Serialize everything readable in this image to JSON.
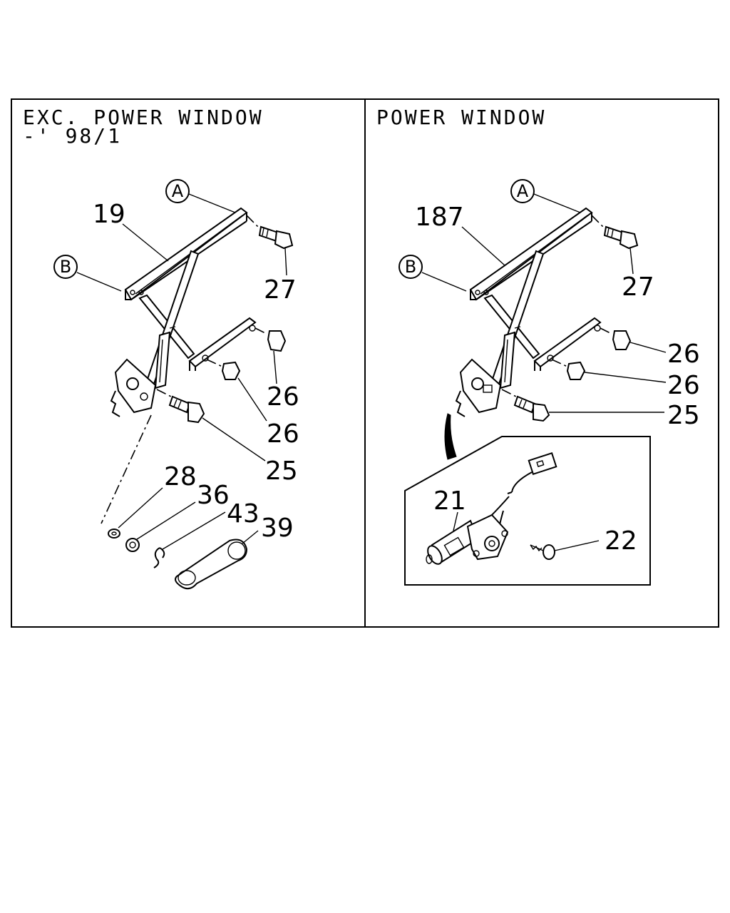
{
  "left_panel": {
    "title_line1": "EXC. POWER WINDOW",
    "title_line2": "-' 98/1",
    "circle_a": "A",
    "circle_b": "B",
    "labels": {
      "regulator": "19",
      "bolt_top": "27",
      "nut_upper": "26",
      "nut_lower": "26",
      "bolt_bottom": "25",
      "washer": "28",
      "spacer": "36",
      "clip": "43",
      "handle": "39"
    }
  },
  "right_panel": {
    "title_line1": "POWER WINDOW",
    "circle_a": "A",
    "circle_b": "B",
    "labels": {
      "regulator": "187",
      "bolt_top": "27",
      "nut_upper": "26",
      "nut_lower": "26",
      "bolt_bottom": "25",
      "motor": "21",
      "screw": "22"
    }
  }
}
